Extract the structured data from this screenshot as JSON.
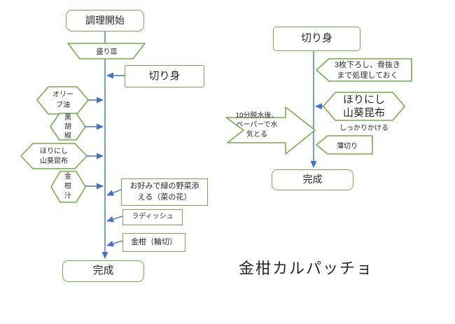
{
  "title": "金柑カルパッチョ",
  "colors": {
    "shape_border": "#70AD47",
    "connector": "#4472C4",
    "text": "#262626",
    "background": "#ffffff"
  },
  "left_flow": {
    "start": "調理開始",
    "plate": "盛り皿",
    "fillet": "切り身",
    "olive_oil": "オリー\nブ油",
    "black_pepper": "黒\n胡\n椒",
    "wasabi_kombu": "ほりにし\n山葵昆布",
    "kumquat_juice": "金\n柑\n汁",
    "garnish_note": "お好みで緑の野菜添\nえる（菜の花）",
    "radish": "ラディッシュ",
    "kumquat_slice": "金柑（輪切）",
    "end": "完成"
  },
  "right_flow": {
    "fillet": "切り身",
    "prep_note": "3枚下ろし、骨抜き\nまで処理しておく",
    "wasabi_kombu": "ほりにし\n山葵昆布",
    "apply_note": "しっかりかける",
    "thin_slice": "薄切り",
    "dehydrate_note": "10分脱水後、\nペーパーで水\n気とる",
    "end": "完成"
  }
}
